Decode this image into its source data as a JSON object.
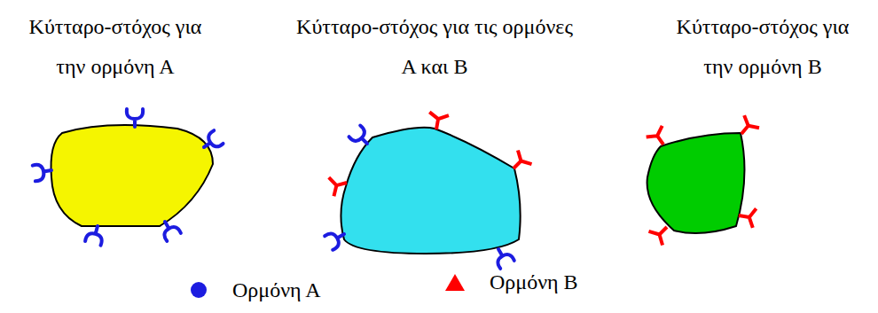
{
  "diagram": {
    "nodes": [
      {
        "text": [
          "Κύτταρο-στόχος για την ορμόνη Α"
        ]
      },
      {
        "text": [
          "Κύτταρο-στόχος για τις ορμόνες Α και Β"
        ]
      },
      {
        "text": [
          "Κύτταρο-στόχος για την ορμόνη Β"
        ]
      }
    ],
    "legend": [
      {
        "text": "Ορμόνη Α"
      },
      {
        "text": "Ορμόνη Β"
      }
    ]
  }
}
